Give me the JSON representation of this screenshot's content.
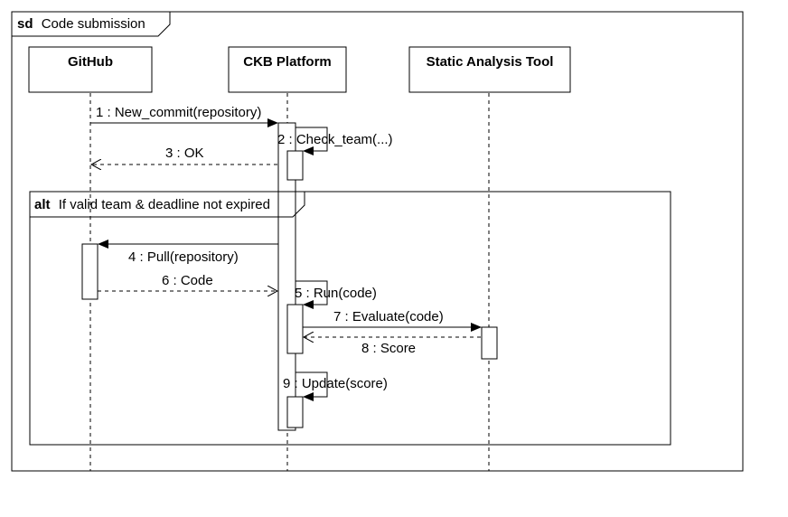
{
  "frame": {
    "keyword": "sd",
    "title": "Code submission"
  },
  "lifelines": [
    {
      "id": "github",
      "name": "GitHub"
    },
    {
      "id": "ckb",
      "name": "CKB Platform"
    },
    {
      "id": "sat",
      "name": "Static Analysis Tool"
    }
  ],
  "alt_fragment": {
    "keyword": "alt",
    "guard": "If valid team & deadline not expired"
  },
  "messages": [
    {
      "n": "1",
      "text": "1 : New_commit(repository)",
      "from": "github",
      "to": "ckb",
      "kind": "sync"
    },
    {
      "n": "2",
      "text": "2 : Check_team(...)",
      "from": "ckb",
      "to": "ckb",
      "kind": "self"
    },
    {
      "n": "3",
      "text": "3 : OK",
      "from": "ckb",
      "to": "github",
      "kind": "return"
    },
    {
      "n": "4",
      "text": "4 : Pull(repository)",
      "from": "ckb",
      "to": "github",
      "kind": "sync"
    },
    {
      "n": "6",
      "text": "6 : Code",
      "from": "github",
      "to": "ckb",
      "kind": "return"
    },
    {
      "n": "5",
      "text": "5 : Run(code)",
      "from": "ckb",
      "to": "ckb",
      "kind": "self"
    },
    {
      "n": "7",
      "text": "7 : Evaluate(code)",
      "from": "ckb",
      "to": "sat",
      "kind": "sync"
    },
    {
      "n": "8",
      "text": "8 : Score",
      "from": "sat",
      "to": "ckb",
      "kind": "return"
    },
    {
      "n": "9",
      "text": "9 : Update(score)",
      "from": "ckb",
      "to": "ckb",
      "kind": "self"
    }
  ]
}
